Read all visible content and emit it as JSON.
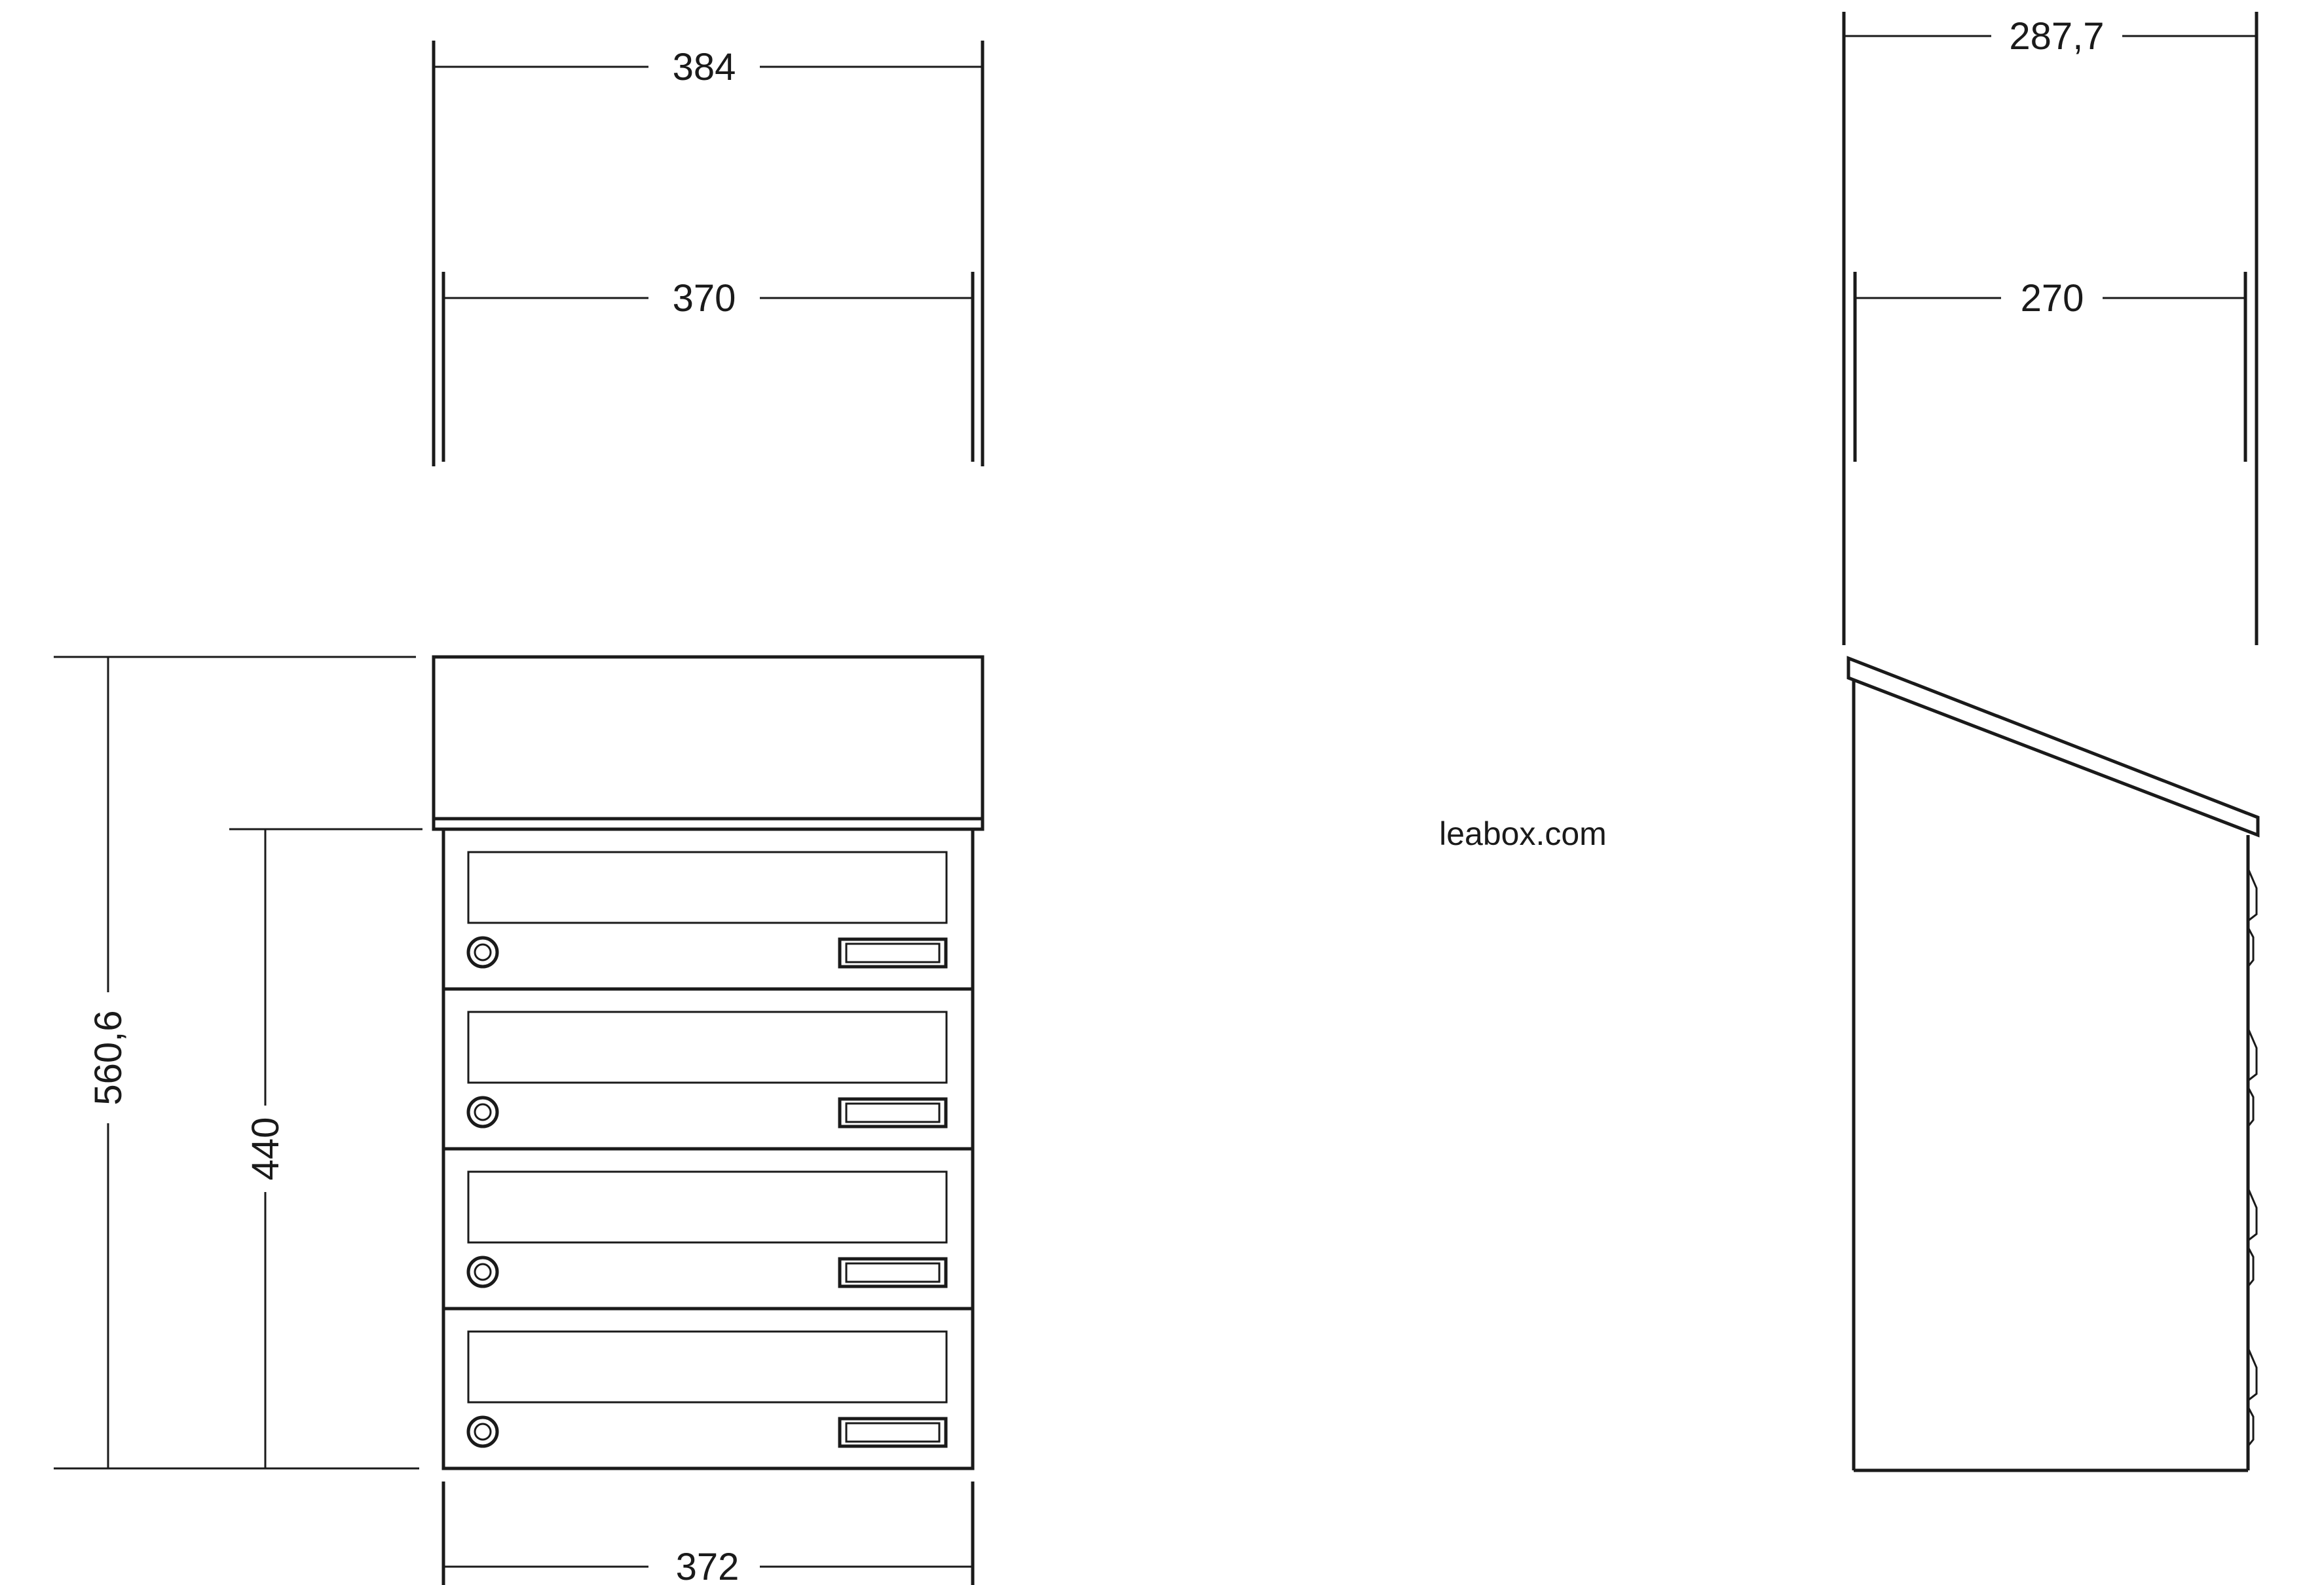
{
  "dimensions": {
    "front_top_outer_width": "384",
    "front_top_inner_width": "370",
    "front_bottom_width": "372",
    "total_height": "560,6",
    "box_height": "440",
    "side_top_outer_depth": "287,7",
    "side_top_inner_depth": "270"
  },
  "credit": "leabox.com",
  "front_view": {
    "mailbox_rows": 4
  },
  "colors": {
    "line": "#1a1a1a",
    "background": "#ffffff"
  }
}
